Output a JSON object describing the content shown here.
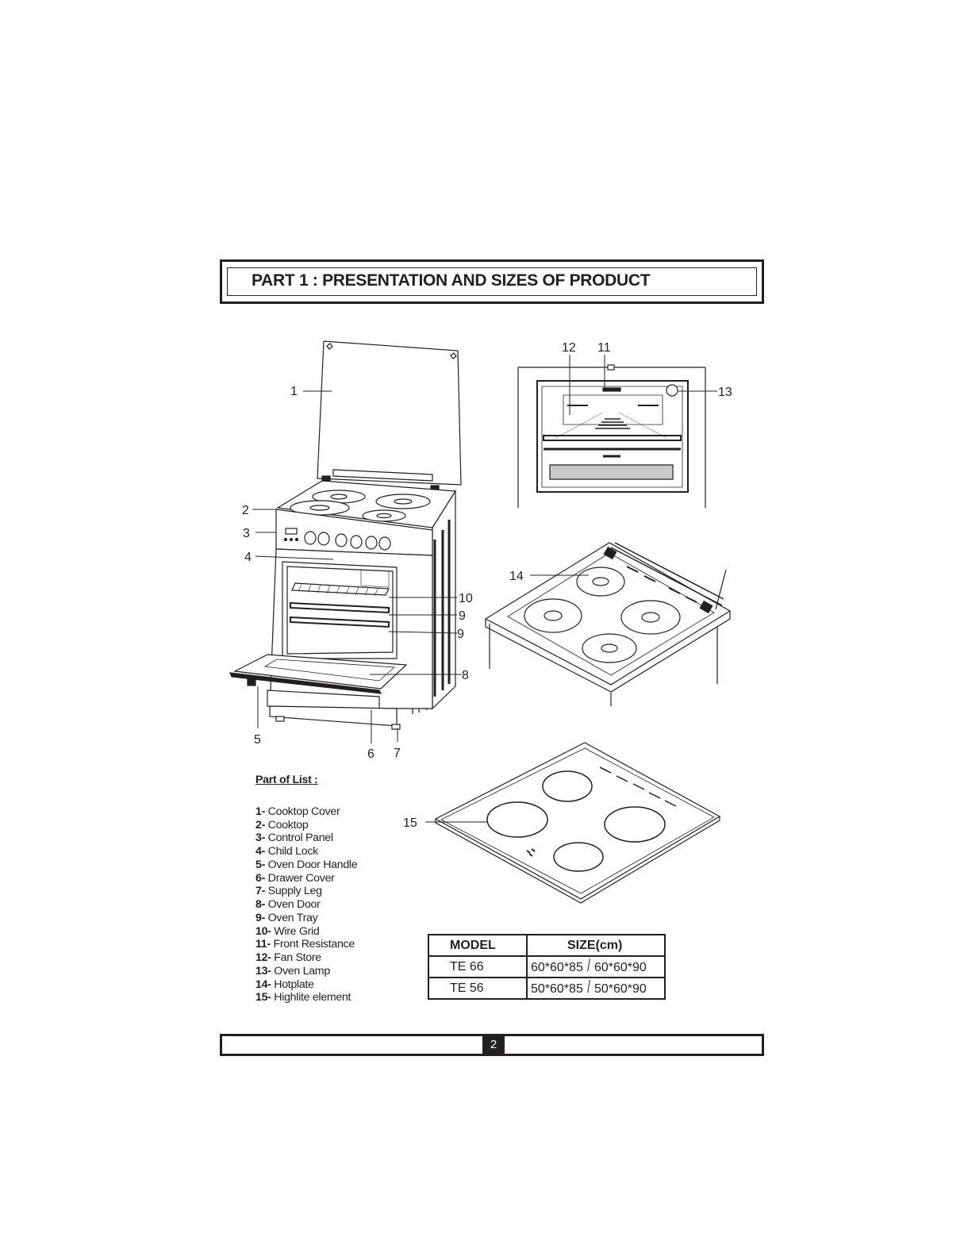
{
  "header": {
    "title": "PART 1 : PRESENTATION AND SIZES OF PRODUCT"
  },
  "callouts": [
    "1",
    "2",
    "3",
    "4",
    "5",
    "6",
    "7",
    "8",
    "9",
    "10",
    "11",
    "12",
    "13",
    "14",
    "15"
  ],
  "parts_list": {
    "title": "Part of List :",
    "items": [
      {
        "num": "1-",
        "label": "Cooktop Cover"
      },
      {
        "num": "2-",
        "label": "Cooktop"
      },
      {
        "num": "3-",
        "label": "Control Panel"
      },
      {
        "num": "4-",
        "label": "Child Lock"
      },
      {
        "num": "5-",
        "label": "Oven Door Handle"
      },
      {
        "num": "6-",
        "label": "Drawer Cover"
      },
      {
        "num": "7-",
        "label": "Supply Leg"
      },
      {
        "num": "8-",
        "label": "Oven Door"
      },
      {
        "num": "9-",
        "label": "Oven Tray"
      },
      {
        "num": "10-",
        "label": "Wire Grid"
      },
      {
        "num": "11-",
        "label": "Front Resistance"
      },
      {
        "num": "12-",
        "label": "Fan Store"
      },
      {
        "num": "13-",
        "label": "Oven Lamp"
      },
      {
        "num": "14-",
        "label": "Hotplate"
      },
      {
        "num": "15-",
        "label": "Highlite element"
      }
    ]
  },
  "size_table": {
    "headers": [
      "MODEL",
      "SIZE(cm)"
    ],
    "rows": [
      {
        "model": "TE 66",
        "size_a": "60*60*85",
        "size_b": "60*60*90"
      },
      {
        "model": "TE 56",
        "size_a": "50*60*85",
        "size_b": "50*60*90"
      }
    ]
  },
  "footer": {
    "page": "2"
  }
}
